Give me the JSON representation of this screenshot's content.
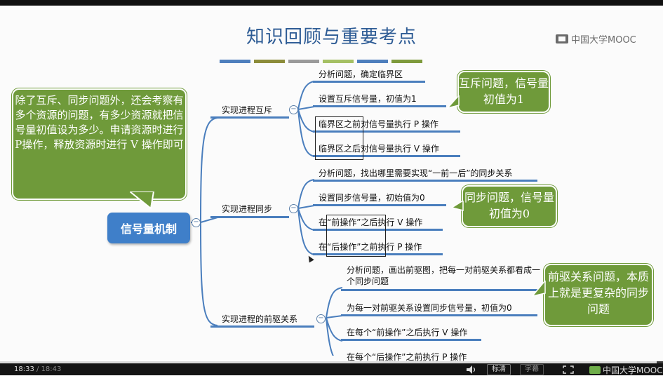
{
  "slide": {
    "title": "知识回顾与重要考点",
    "logo": "中国大学MOOC",
    "stripe_colors": [
      "#4e7fbd",
      "#8c8c3a",
      "#9a9a9a",
      "#a5c064",
      "#4e7fbd",
      "#7e9a3c"
    ]
  },
  "mindmap": {
    "root": "信号量机制",
    "branches": [
      {
        "label": "实现进程互斥",
        "leaves": [
          "分析问题，确定临界区",
          "设置互斥信号量，初值为1",
          "临界区之前对信号量执行 P 操作",
          "临界区之后对信号量执行 V 操作"
        ]
      },
      {
        "label": "实现进程同步",
        "leaves": [
          "分析问题，找出哪里需要实现“一前一后”的同步关系",
          "设置同步信号量，初始值为0",
          "在“前操作”之后执行 V 操作",
          "在“后操作”之前执行 P 操作"
        ]
      },
      {
        "label": "实现进程的前驱关系",
        "leaves": [
          "分析问题，画出前驱图，把每一对前驱关系都看成一个同步问题",
          "为每一对前驱关系设置同步信号量，初值为0",
          "在每个“前操作”之后执行 V 操作",
          "在每个“后操作”之前执行 P 操作"
        ]
      }
    ]
  },
  "notes": {
    "left": "除了互斥、同步问题外，还会考察有多个资源的问题，有多少资源就把信号量初值设为多少。申请资源时进行P操作，释放资源时进行 V 操作即可",
    "mutex": "互斥问题，信号量初值为1",
    "sync": "同步问题，信号量初值为0",
    "precedence": "前驱关系问题，本质上就是更复杂的同步问题"
  },
  "colors": {
    "accent": "#3f7fc9",
    "note": "#6f9a3a",
    "title": "#2e5c95"
  },
  "player": {
    "current_time": "18:33",
    "duration": "/ 18:43",
    "progress": 0.991,
    "buttons": [
      "标清",
      "字幕"
    ],
    "logo": "中国大学MOOC"
  }
}
